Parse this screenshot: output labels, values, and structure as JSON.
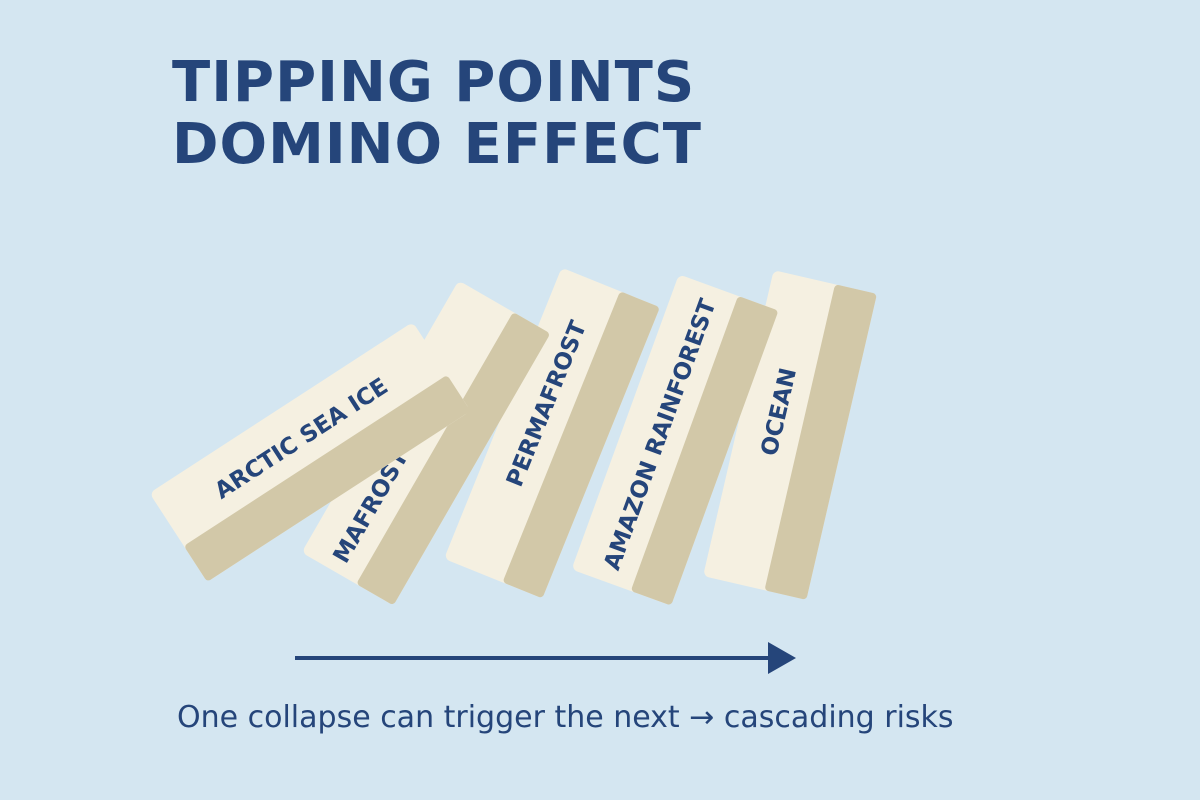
{
  "title": {
    "line1": "TIPPING POINTS",
    "line2": "DOMINO EFFECT"
  },
  "dominoes": [
    {
      "label": "ARCTIC SEA ICE"
    },
    {
      "label": "MAFROST THAW"
    },
    {
      "label": "PERMAFROST"
    },
    {
      "label": "AMAZON RAINFOREST"
    },
    {
      "label": "OCEAN"
    }
  ],
  "caption": "One collapse can trigger the next → cascading risks",
  "colors": {
    "background": "#d4e6f1",
    "domino_face": "#f5f0e1",
    "domino_side": "#d2c8a8",
    "text": "#25457a"
  },
  "icons": {
    "arrow": "right-arrow-icon"
  }
}
